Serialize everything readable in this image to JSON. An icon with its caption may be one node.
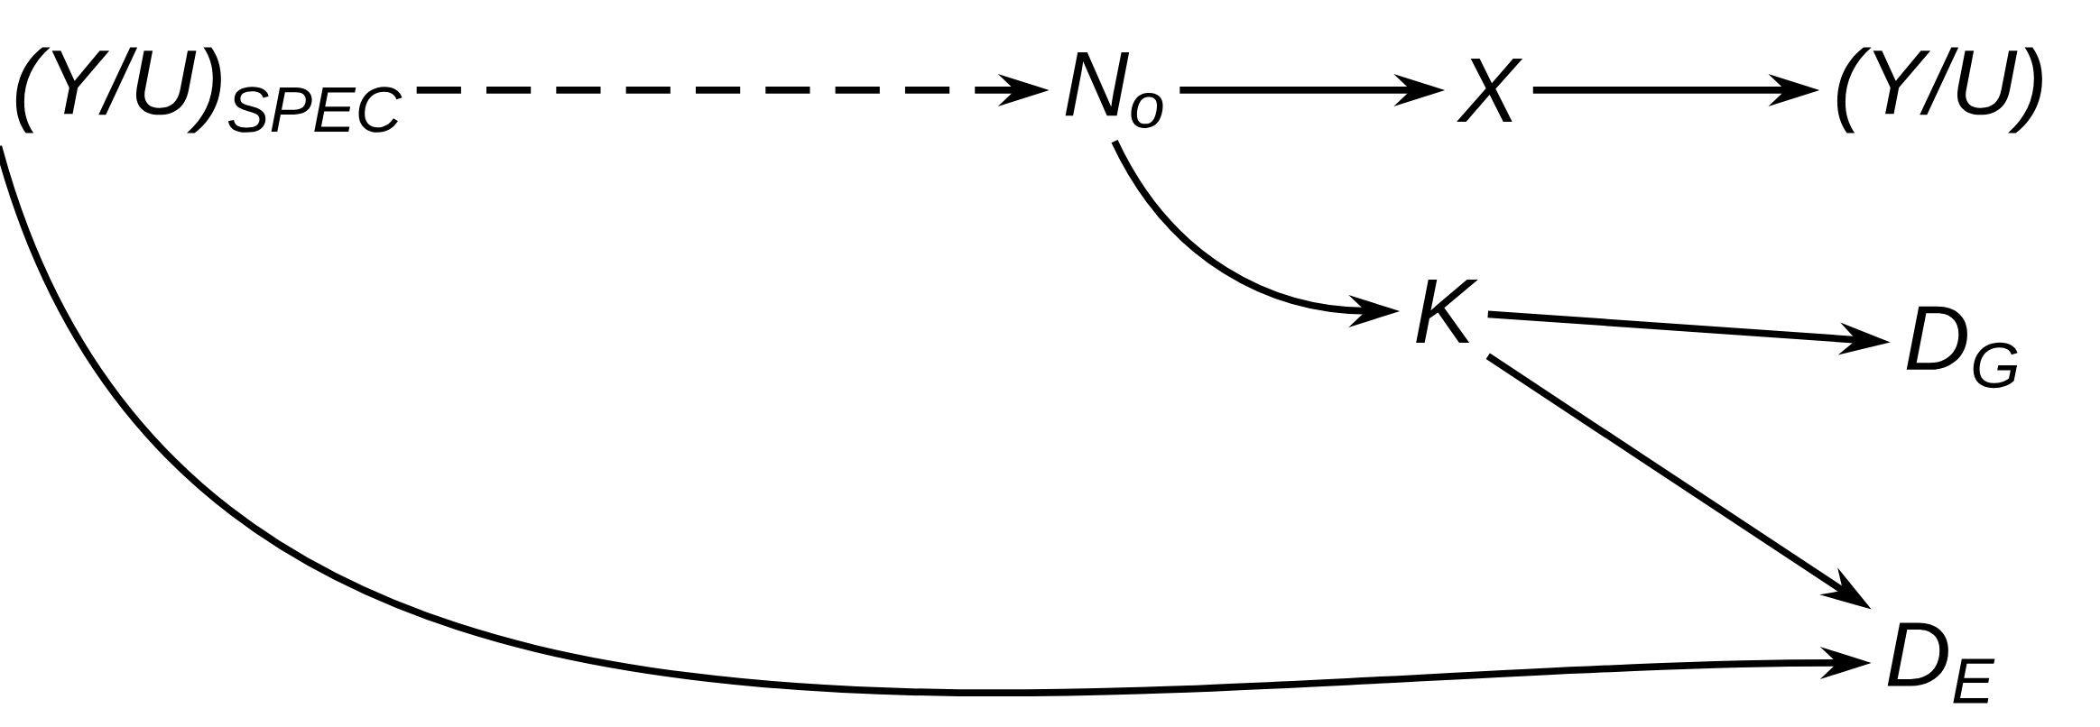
{
  "diagram": {
    "nodes": [
      {
        "text": [
          "(Y/U)$_{SPEC}$"
        ]
      },
      {
        "text": [
          "N$_{o}$"
        ]
      },
      {
        "text": [
          "X"
        ]
      },
      {
        "text": [
          "(Y/U)"
        ]
      },
      {
        "text": [
          "K"
        ]
      },
      {
        "text": [
          "D$_{G}$"
        ]
      },
      {
        "text": [
          "D$_{E}$"
        ]
      }
    ],
    "edges": [
      {
        "from": 0,
        "to": 1,
        "arrow": "to",
        "style": "dashed"
      },
      {
        "from": 1,
        "to": 2,
        "arrow": "to"
      },
      {
        "from": 2,
        "to": 3,
        "arrow": "to"
      },
      {
        "from": 1,
        "to": 4,
        "arrow": "to"
      },
      {
        "from": 4,
        "to": 5,
        "arrow": "to"
      },
      {
        "from": 4,
        "to": 6,
        "arrow": "to"
      },
      {
        "from": 0,
        "to": 6,
        "arrow": "to"
      }
    ]
  }
}
